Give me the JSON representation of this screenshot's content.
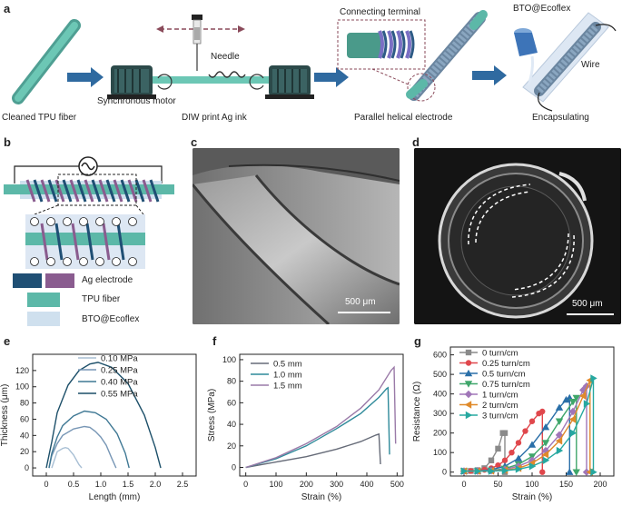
{
  "panel_a": {
    "label": "a",
    "captions": {
      "cleaned_tpu_fiber": "Cleaned TPU fiber",
      "synchronous_motor": "Synchronous motor",
      "needle": "Needle",
      "diw_print": "DIW print Ag ink",
      "connecting_terminal": "Connecting terminal",
      "parallel_helical": "Parallel helical electrode",
      "bto_ecoflex": "BTO@Ecoflex",
      "wire": "Wire",
      "encapsulating": "Encapsulating"
    }
  },
  "panel_b": {
    "label": "b",
    "legend": {
      "ag_electrode": "Ag electrode",
      "tpu_fiber": "TPU fiber",
      "bto_ecoflex": "BTO@Ecoflex"
    },
    "colors": {
      "ag_dark": "#1f4f74",
      "ag_purple": "#8a5c8f",
      "tpu": "#5cb8a8",
      "bto": "#cfe0ee"
    }
  },
  "panel_c": {
    "label": "c",
    "scale": "500 μm"
  },
  "panel_d": {
    "label": "d",
    "scale": "500 μm"
  },
  "charts": [
    {
      "panel": "e",
      "chart_data": {
        "type": "line",
        "xlabel": "Length (mm)",
        "ylabel": "Thickness (μm)",
        "xlim": [
          -0.25,
          2.75
        ],
        "ylim": [
          -10,
          140
        ],
        "xticks": [
          "0",
          "0.5",
          "1.0",
          "1.5",
          "2.0",
          "2.5"
        ],
        "yticks": [
          "0",
          "20",
          "40",
          "60",
          "80",
          "100",
          "120"
        ],
        "legend_position": "top-right",
        "series": [
          {
            "name": "0.10 MPa",
            "color": "#a8bfd4",
            "x": [
              0.1,
              0.15,
              0.2,
              0.3,
              0.35,
              0.4,
              0.5,
              0.55,
              0.6,
              0.65
            ],
            "y": [
              0,
              10,
              20,
              24,
              25,
              24,
              16,
              10,
              4,
              0
            ]
          },
          {
            "name": "0.25 MPa",
            "color": "#7796b5",
            "x": [
              0.05,
              0.1,
              0.2,
              0.3,
              0.5,
              0.7,
              0.8,
              0.9,
              1.0,
              1.1,
              1.2,
              1.28
            ],
            "y": [
              0,
              15,
              30,
              40,
              48,
              51,
              50,
              45,
              38,
              28,
              12,
              0
            ]
          },
          {
            "name": "0.40 MPa",
            "color": "#3f7894",
            "x": [
              0.05,
              0.1,
              0.2,
              0.3,
              0.5,
              0.7,
              0.9,
              1.1,
              1.3,
              1.45,
              1.52
            ],
            "y": [
              0,
              18,
              38,
              52,
              64,
              70,
              68,
              60,
              42,
              18,
              0
            ]
          },
          {
            "name": "0.55 MPa",
            "color": "#1c4f69",
            "x": [
              0.0,
              0.1,
              0.2,
              0.4,
              0.6,
              0.8,
              0.95,
              1.2,
              1.5,
              1.8,
              2.0,
              2.1
            ],
            "y": [
              0,
              32,
              68,
              102,
              120,
              128,
              130,
              124,
              104,
              65,
              25,
              0
            ]
          }
        ]
      }
    },
    {
      "panel": "f",
      "chart_data": {
        "type": "line",
        "xlabel": "Strain (%)",
        "ylabel": "Stress (MPa)",
        "xlim": [
          -20,
          520
        ],
        "ylim": [
          -8,
          105
        ],
        "xticks": [
          "0",
          "100",
          "200",
          "300",
          "400",
          "500"
        ],
        "yticks": [
          "0",
          "20",
          "40",
          "60",
          "80",
          "100"
        ],
        "legend_position": "top-left",
        "series": [
          {
            "name": "0.5 mm",
            "color": "#666b78",
            "x": [
              0,
              100,
              200,
              300,
              380,
              430,
              440,
              445
            ],
            "y": [
              0,
              5,
              10,
              17,
              24,
              30,
              31,
              3
            ]
          },
          {
            "name": "1.0 mm",
            "color": "#2f8a9a",
            "x": [
              0,
              100,
              200,
              300,
              380,
              440,
              465,
              470,
              475
            ],
            "y": [
              0,
              8,
              20,
              36,
              50,
              65,
              73,
              74,
              12
            ]
          },
          {
            "name": "1.5 mm",
            "color": "#9a7aa8",
            "x": [
              0,
              100,
              200,
              300,
              380,
              440,
              480,
              490,
              495
            ],
            "y": [
              0,
              9,
              22,
              38,
              55,
              72,
              90,
              93,
              22
            ]
          }
        ]
      }
    },
    {
      "panel": "g",
      "chart_data": {
        "type": "line",
        "xlabel": "Strain (%)",
        "ylabel": "Resistance (Ω)",
        "xlim": [
          -20,
          220
        ],
        "ylim": [
          -20,
          640
        ],
        "xticks": [
          "0",
          "50",
          "100",
          "150",
          "200"
        ],
        "yticks": [
          "0",
          "100",
          "200",
          "300",
          "400",
          "500",
          "600"
        ],
        "legend_position": "top-left",
        "series": [
          {
            "name": "0 turn/cm",
            "color": "#8a8a8a",
            "marker": "square",
            "x": [
              0,
              10,
              20,
              30,
              40,
              50,
              57,
              60,
              60
            ],
            "y": [
              5,
              6,
              10,
              20,
              60,
              120,
              200,
              200,
              0
            ]
          },
          {
            "name": "0.25 turn/cm",
            "color": "#e0474c",
            "marker": "circle",
            "x": [
              0,
              10,
              20,
              30,
              40,
              50,
              60,
              70,
              80,
              90,
              100,
              110,
              115,
              115
            ],
            "y": [
              5,
              6,
              8,
              12,
              20,
              35,
              60,
              100,
              150,
              210,
              260,
              300,
              310,
              0
            ]
          },
          {
            "name": "0.5 turn/cm",
            "color": "#2a6fa8",
            "marker": "triangle-up",
            "x": [
              0,
              20,
              40,
              60,
              80,
              100,
              120,
              140,
              150,
              155,
              155
            ],
            "y": [
              5,
              6,
              12,
              30,
              70,
              140,
              230,
              330,
              370,
              380,
              0
            ]
          },
          {
            "name": "0.75 turn/cm",
            "color": "#3fa66a",
            "marker": "triangle-down",
            "x": [
              0,
              20,
              40,
              60,
              80,
              100,
              120,
              140,
              160,
              165,
              165
            ],
            "y": [
              5,
              5,
              8,
              18,
              40,
              80,
              150,
              260,
              360,
              380,
              0
            ]
          },
          {
            "name": "1 turn/cm",
            "color": "#a076b8",
            "marker": "diamond",
            "x": [
              0,
              20,
              40,
              60,
              80,
              100,
              120,
              140,
              160,
              175,
              180,
              180
            ],
            "y": [
              5,
              5,
              7,
              14,
              30,
              60,
              110,
              190,
              310,
              420,
              440,
              0
            ]
          },
          {
            "name": "2 turn/cm",
            "color": "#e08a2a",
            "marker": "triangle-left",
            "x": [
              0,
              20,
              40,
              60,
              80,
              100,
              120,
              140,
              160,
              175,
              185,
              185
            ],
            "y": [
              5,
              5,
              6,
              10,
              20,
              45,
              90,
              160,
              270,
              390,
              470,
              0
            ]
          },
          {
            "name": "3 turn/cm",
            "color": "#26a8a0",
            "marker": "triangle-right",
            "x": [
              0,
              20,
              40,
              60,
              80,
              100,
              120,
              140,
              160,
              180,
              190,
              190
            ],
            "y": [
              5,
              5,
              5,
              8,
              15,
              30,
              60,
              110,
              200,
              350,
              480,
              0
            ]
          }
        ]
      }
    }
  ]
}
